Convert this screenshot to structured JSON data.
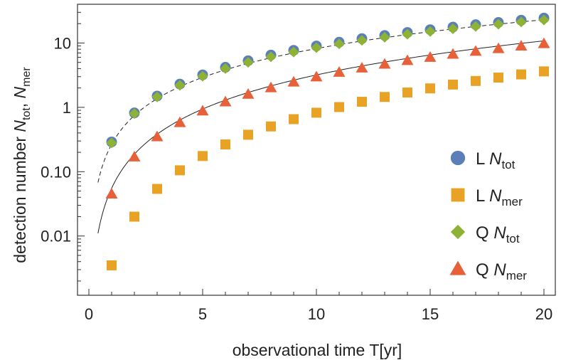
{
  "chart_data": {
    "type": "scatter",
    "xlabel": "observational time T[yr]",
    "ylabel": {
      "prefix": "detection number ",
      "sym1": "N",
      "sub1": "tot",
      "sep": ", ",
      "sym2": "N",
      "sub2": "mer"
    },
    "xlim": [
      -0.5,
      20.5
    ],
    "ylim": [
      0.0012,
      40
    ],
    "yscale": "log",
    "x_ticks": [
      0,
      5,
      10,
      15,
      20
    ],
    "y_ticks": [
      {
        "value": 0.01,
        "label": "0.01"
      },
      {
        "value": 0.1,
        "label": "0.10"
      },
      {
        "value": 1,
        "label": "1"
      },
      {
        "value": 10,
        "label": "10"
      }
    ],
    "x": [
      1,
      2,
      3,
      4,
      5,
      6,
      7,
      8,
      9,
      10,
      11,
      12,
      13,
      14,
      15,
      16,
      17,
      18,
      19,
      20
    ],
    "series": [
      {
        "name": "L",
        "label_prefix": "L ",
        "label_sym": "N",
        "label_sub": "tot",
        "marker": "circle",
        "color": "#5b7fb8",
        "values": [
          0.29,
          0.82,
          1.5,
          2.3,
          3.2,
          4.2,
          5.3,
          6.5,
          7.7,
          9.0,
          10.3,
          11.7,
          13.1,
          14.6,
          16.1,
          17.7,
          19.3,
          20.9,
          22.6,
          24.4
        ]
      },
      {
        "name": "L",
        "label_prefix": "L ",
        "label_sym": "N",
        "label_sub": "mer",
        "marker": "square",
        "color": "#e8a326",
        "values": [
          0.0035,
          0.02,
          0.054,
          0.105,
          0.175,
          0.265,
          0.375,
          0.505,
          0.655,
          0.825,
          1.01,
          1.22,
          1.45,
          1.7,
          1.97,
          2.26,
          2.57,
          2.9,
          3.25,
          3.62
        ]
      },
      {
        "name": "Q",
        "label_prefix": "Q ",
        "label_sym": "N",
        "label_sub": "tot",
        "marker": "diamond",
        "color": "#8db234",
        "values": [
          0.28,
          0.8,
          1.45,
          2.2,
          3.05,
          4.0,
          5.0,
          6.1,
          7.25,
          8.45,
          9.7,
          11.0,
          12.3,
          13.7,
          15.1,
          16.6,
          18.1,
          19.6,
          21.2,
          22.8
        ]
      },
      {
        "name": "Q",
        "label_prefix": "Q ",
        "label_sym": "N",
        "label_sub": "mer",
        "marker": "triangle",
        "color": "#e8603a",
        "values": [
          0.045,
          0.17,
          0.35,
          0.58,
          0.88,
          1.22,
          1.6,
          2.02,
          2.48,
          2.98,
          3.52,
          4.1,
          4.7,
          5.35,
          6.0,
          6.7,
          7.45,
          8.2,
          9.0,
          9.8
        ]
      }
    ],
    "fit_curves": [
      {
        "style": "dashed",
        "color": "#222222",
        "x_from": 0.4,
        "x_to": 20,
        "at_x_from": 0.068,
        "at_x_to": 23.0
      },
      {
        "style": "solid",
        "color": "#222222",
        "x_from": 0.4,
        "x_to": 20,
        "at_x_from": 0.011,
        "at_x_to": 10.8
      }
    ],
    "legend_position": "bottom-right",
    "grid": false
  }
}
